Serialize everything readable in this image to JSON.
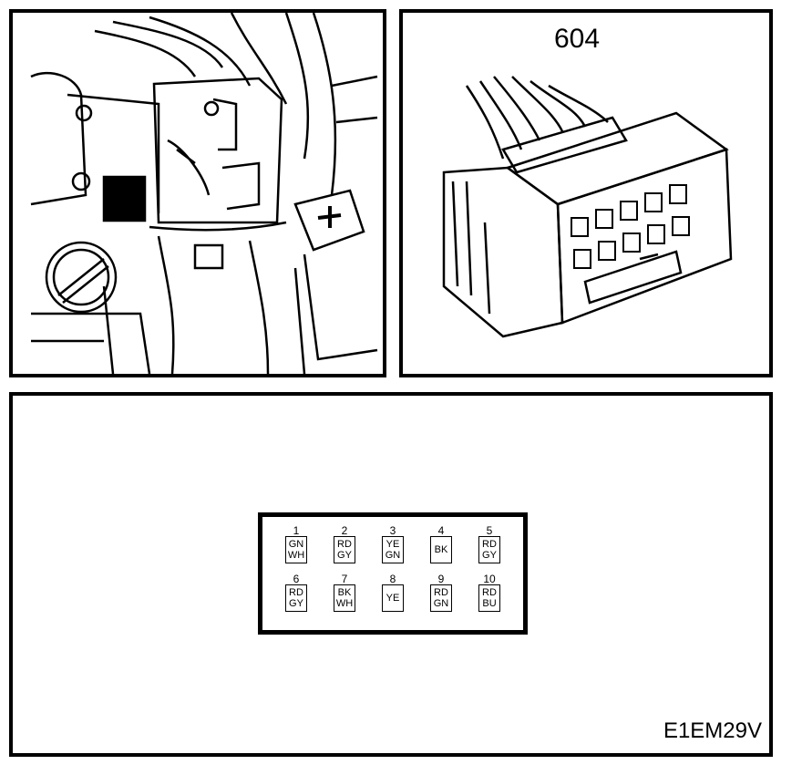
{
  "connector": {
    "label": "604"
  },
  "figure": {
    "ref": "E1EM29V"
  },
  "pins": [
    {
      "number": "1",
      "wire": [
        "GN",
        "WH"
      ]
    },
    {
      "number": "2",
      "wire": [
        "RD",
        "GY"
      ]
    },
    {
      "number": "3",
      "wire": [
        "YE",
        "GN"
      ]
    },
    {
      "number": "4",
      "wire": [
        "BK"
      ]
    },
    {
      "number": "5",
      "wire": [
        "RD",
        "GY"
      ]
    },
    {
      "number": "6",
      "wire": [
        "RD",
        "GY"
      ]
    },
    {
      "number": "7",
      "wire": [
        "BK",
        "WH"
      ]
    },
    {
      "number": "8",
      "wire": [
        "YE"
      ]
    },
    {
      "number": "9",
      "wire": [
        "RD",
        "GN"
      ]
    },
    {
      "number": "10",
      "wire": [
        "RD",
        "BU"
      ]
    }
  ]
}
